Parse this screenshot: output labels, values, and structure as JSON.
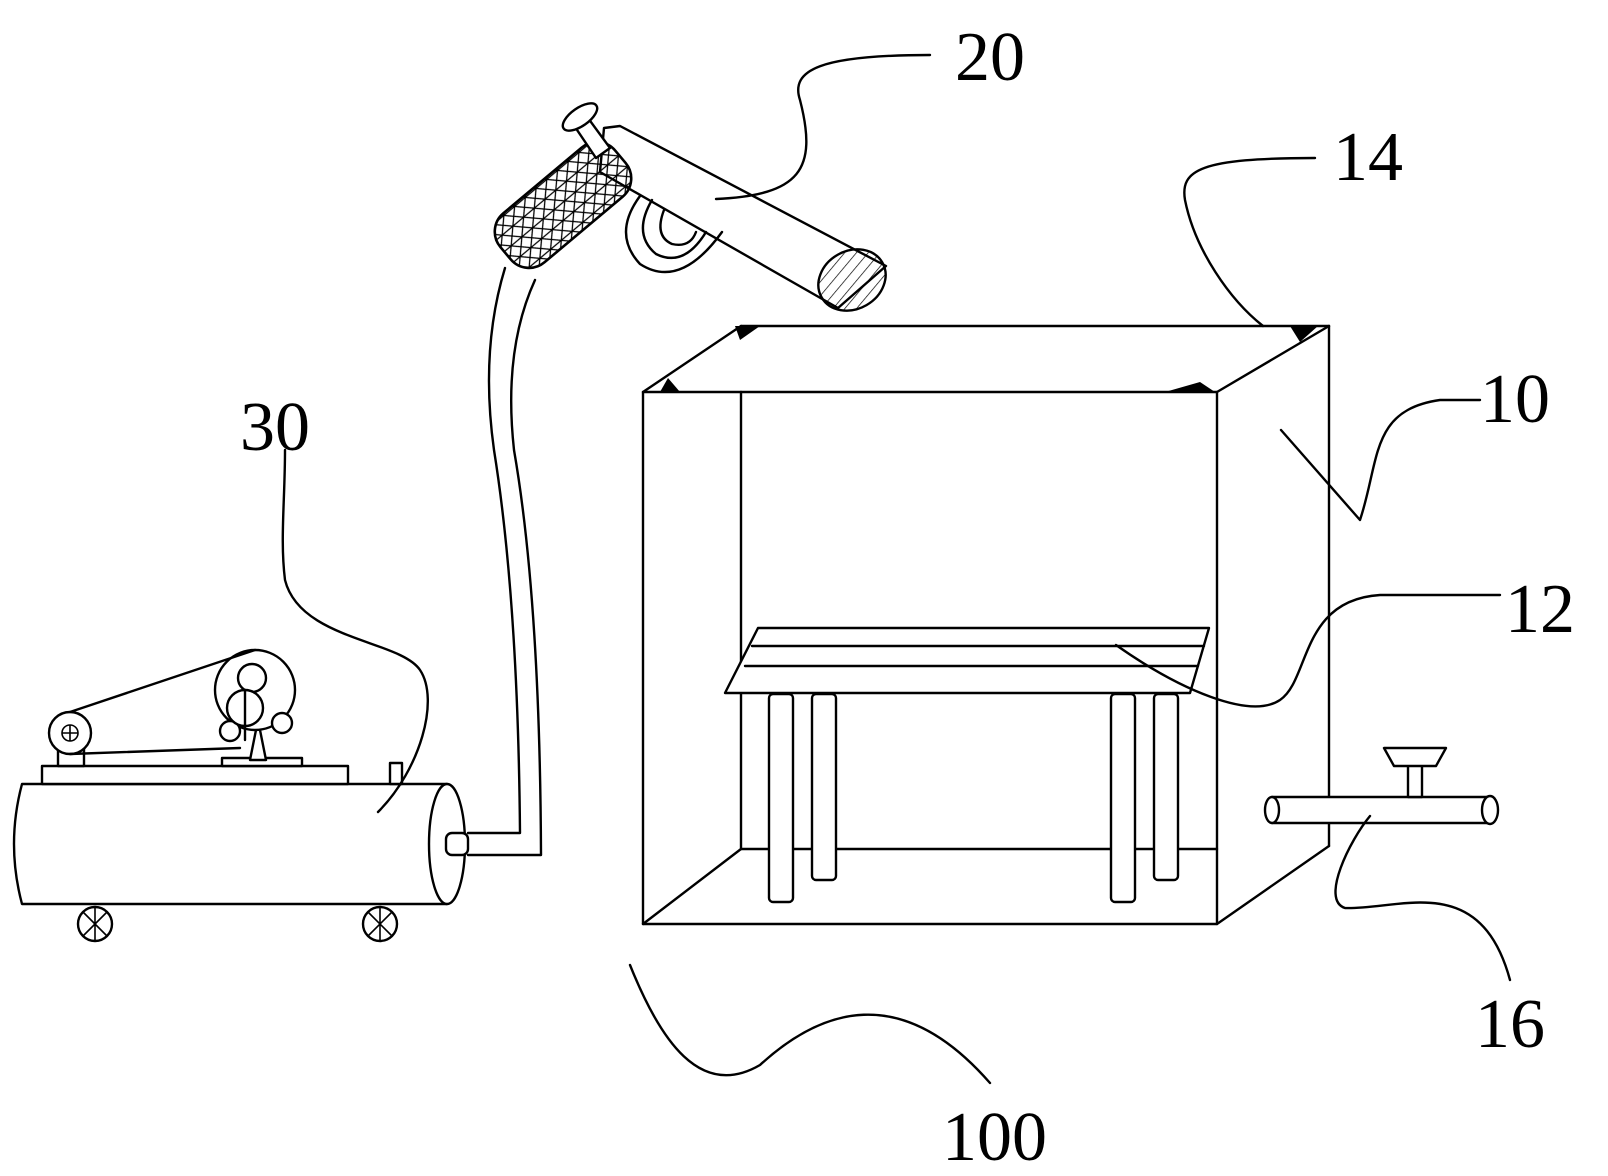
{
  "labels": {
    "assembly": "100",
    "box": "10",
    "table": "12",
    "top_edge": "14",
    "valve_pipe": "16",
    "spray_gun": "20",
    "compressor": "30"
  }
}
